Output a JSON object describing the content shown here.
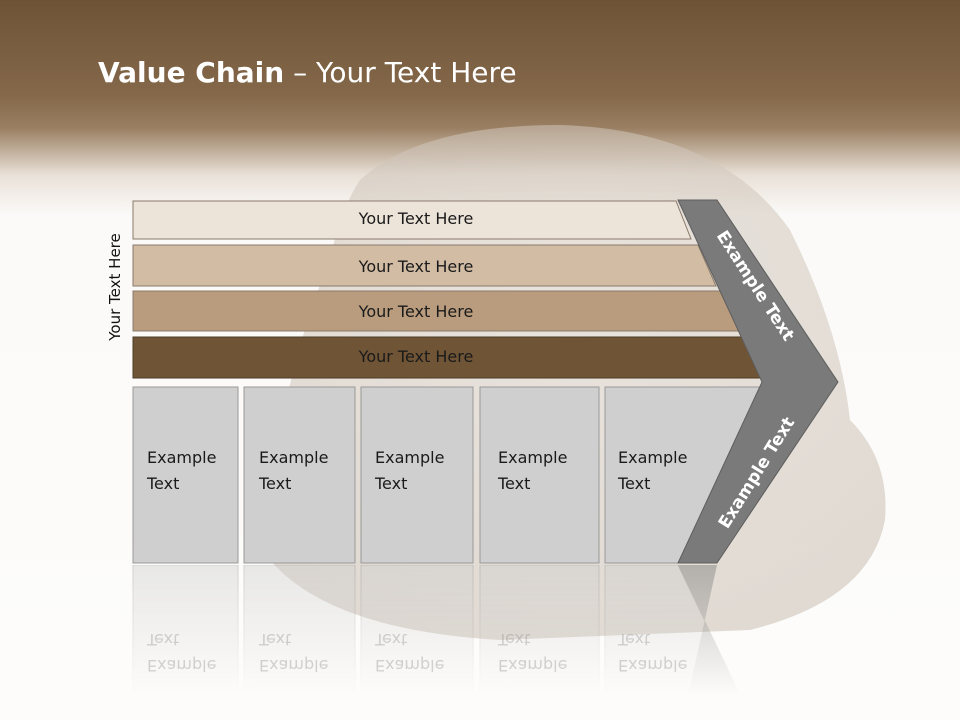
{
  "title": {
    "bold": "Value Chain",
    "rest": " – Your Text Here"
  },
  "side_label": "Your Text Here",
  "support_rows": [
    {
      "label": "Your Text Here",
      "color": "#ece3d9"
    },
    {
      "label": "Your Text Here",
      "color": "#d2bca4"
    },
    {
      "label": "Your Text Here",
      "color": "#b99c7d"
    },
    {
      "label": "Your Text Here",
      "color": "#6f5436"
    }
  ],
  "primary_cards": [
    {
      "line1": "Example",
      "line2": "Text"
    },
    {
      "line1": "Example",
      "line2": "Text"
    },
    {
      "line1": "Example",
      "line2": "Text"
    },
    {
      "line1": "Example",
      "line2": "Text"
    },
    {
      "line1": "Example",
      "line2": "Text"
    }
  ],
  "chevron": {
    "upper": "Example Text",
    "lower": "Example Text",
    "color": "#7a7a7a"
  },
  "card_color": "#cfcfcf"
}
